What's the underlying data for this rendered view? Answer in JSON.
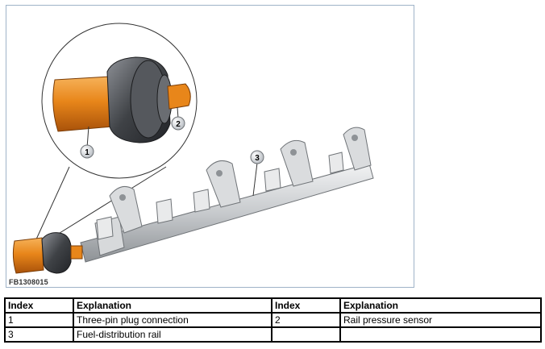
{
  "figure": {
    "code": "FB1308015",
    "callouts": [
      "1",
      "2",
      "3"
    ]
  },
  "legend": {
    "headers": [
      "Index",
      "Explanation",
      "Index",
      "Explanation"
    ],
    "rows": [
      [
        "1",
        "Three-pin plug connection",
        "2",
        "Rail pressure sensor"
      ],
      [
        "3",
        "Fuel-distribution rail",
        "",
        ""
      ]
    ]
  },
  "colors": {
    "frame": "#9fb3c8",
    "plug": "#e07d10",
    "rail": "#c9cccf",
    "nut": "#4a4d52"
  }
}
